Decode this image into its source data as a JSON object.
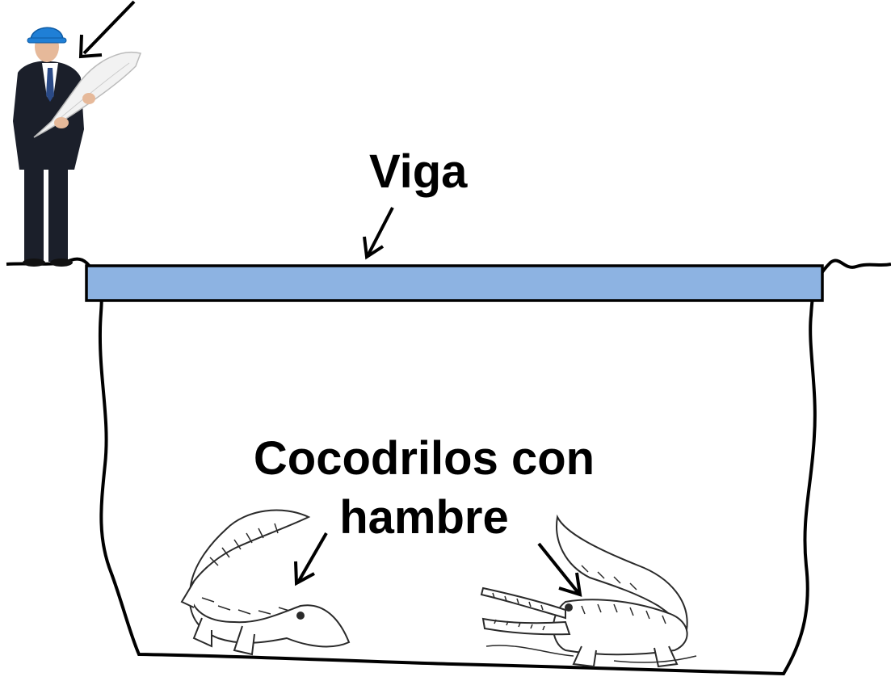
{
  "labels": {
    "beam": "Viga",
    "crocodiles_line1": "Cocodrilos con",
    "crocodiles_line2": "hambre"
  },
  "colors": {
    "beam_fill": "#8db3e2",
    "outline": "#000000",
    "background": "#ffffff",
    "helmet": "#1f7fd6",
    "suit": "#1b1f2a",
    "skin": "#e6b99a",
    "plans_paper": "#f2f2f2",
    "croc_body": "#ffffff",
    "croc_line": "#2a2a2a"
  },
  "icons": {
    "person": "engineer-with-blueprints-icon",
    "croc_left": "crocodile-icon",
    "croc_right": "crocodile-open-mouth-icon",
    "arrows": "arrow-down-left-icon"
  }
}
